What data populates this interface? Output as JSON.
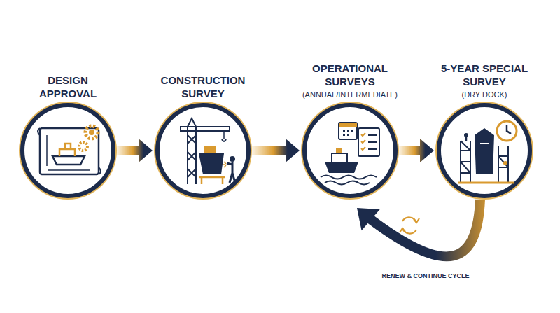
{
  "diagram": {
    "nodes": [
      {
        "text": [
          "DESIGN APPROVAL"
        ]
      },
      {
        "text": [
          "CONSTRUCTION SURVEY"
        ]
      },
      {
        "text": [
          "OPERATIONAL SURVEYS",
          "(ANNUAL/INTERMEDIATE)"
        ]
      },
      {
        "text": [
          "5-YEAR SPECIAL SURVEY",
          "(DRY DOCK)"
        ]
      }
    ],
    "edges": [
      {
        "from": 0,
        "to": 1,
        "arrow": "to"
      },
      {
        "from": 1,
        "to": 2,
        "arrow": "to"
      },
      {
        "from": 2,
        "to": 3,
        "arrow": "to"
      },
      {
        "from": 3,
        "to": 2,
        "arrow": "to",
        "label": "RENEW & CONTINUE CYCLE"
      }
    ]
  }
}
